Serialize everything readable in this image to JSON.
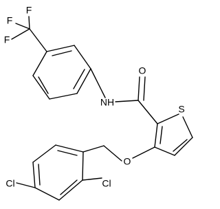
{
  "molecule": {
    "atoms": {
      "f_top": "F",
      "f_left_top": "F",
      "f_left": "F",
      "nh": "NH",
      "o_carbonyl": "O",
      "s_thiophene": "S",
      "o_ether": "O",
      "cl_ortho": "Cl",
      "cl_para": "Cl"
    },
    "colors": {
      "bond": "#000000",
      "label": "#000000",
      "background": "#ffffff"
    }
  }
}
